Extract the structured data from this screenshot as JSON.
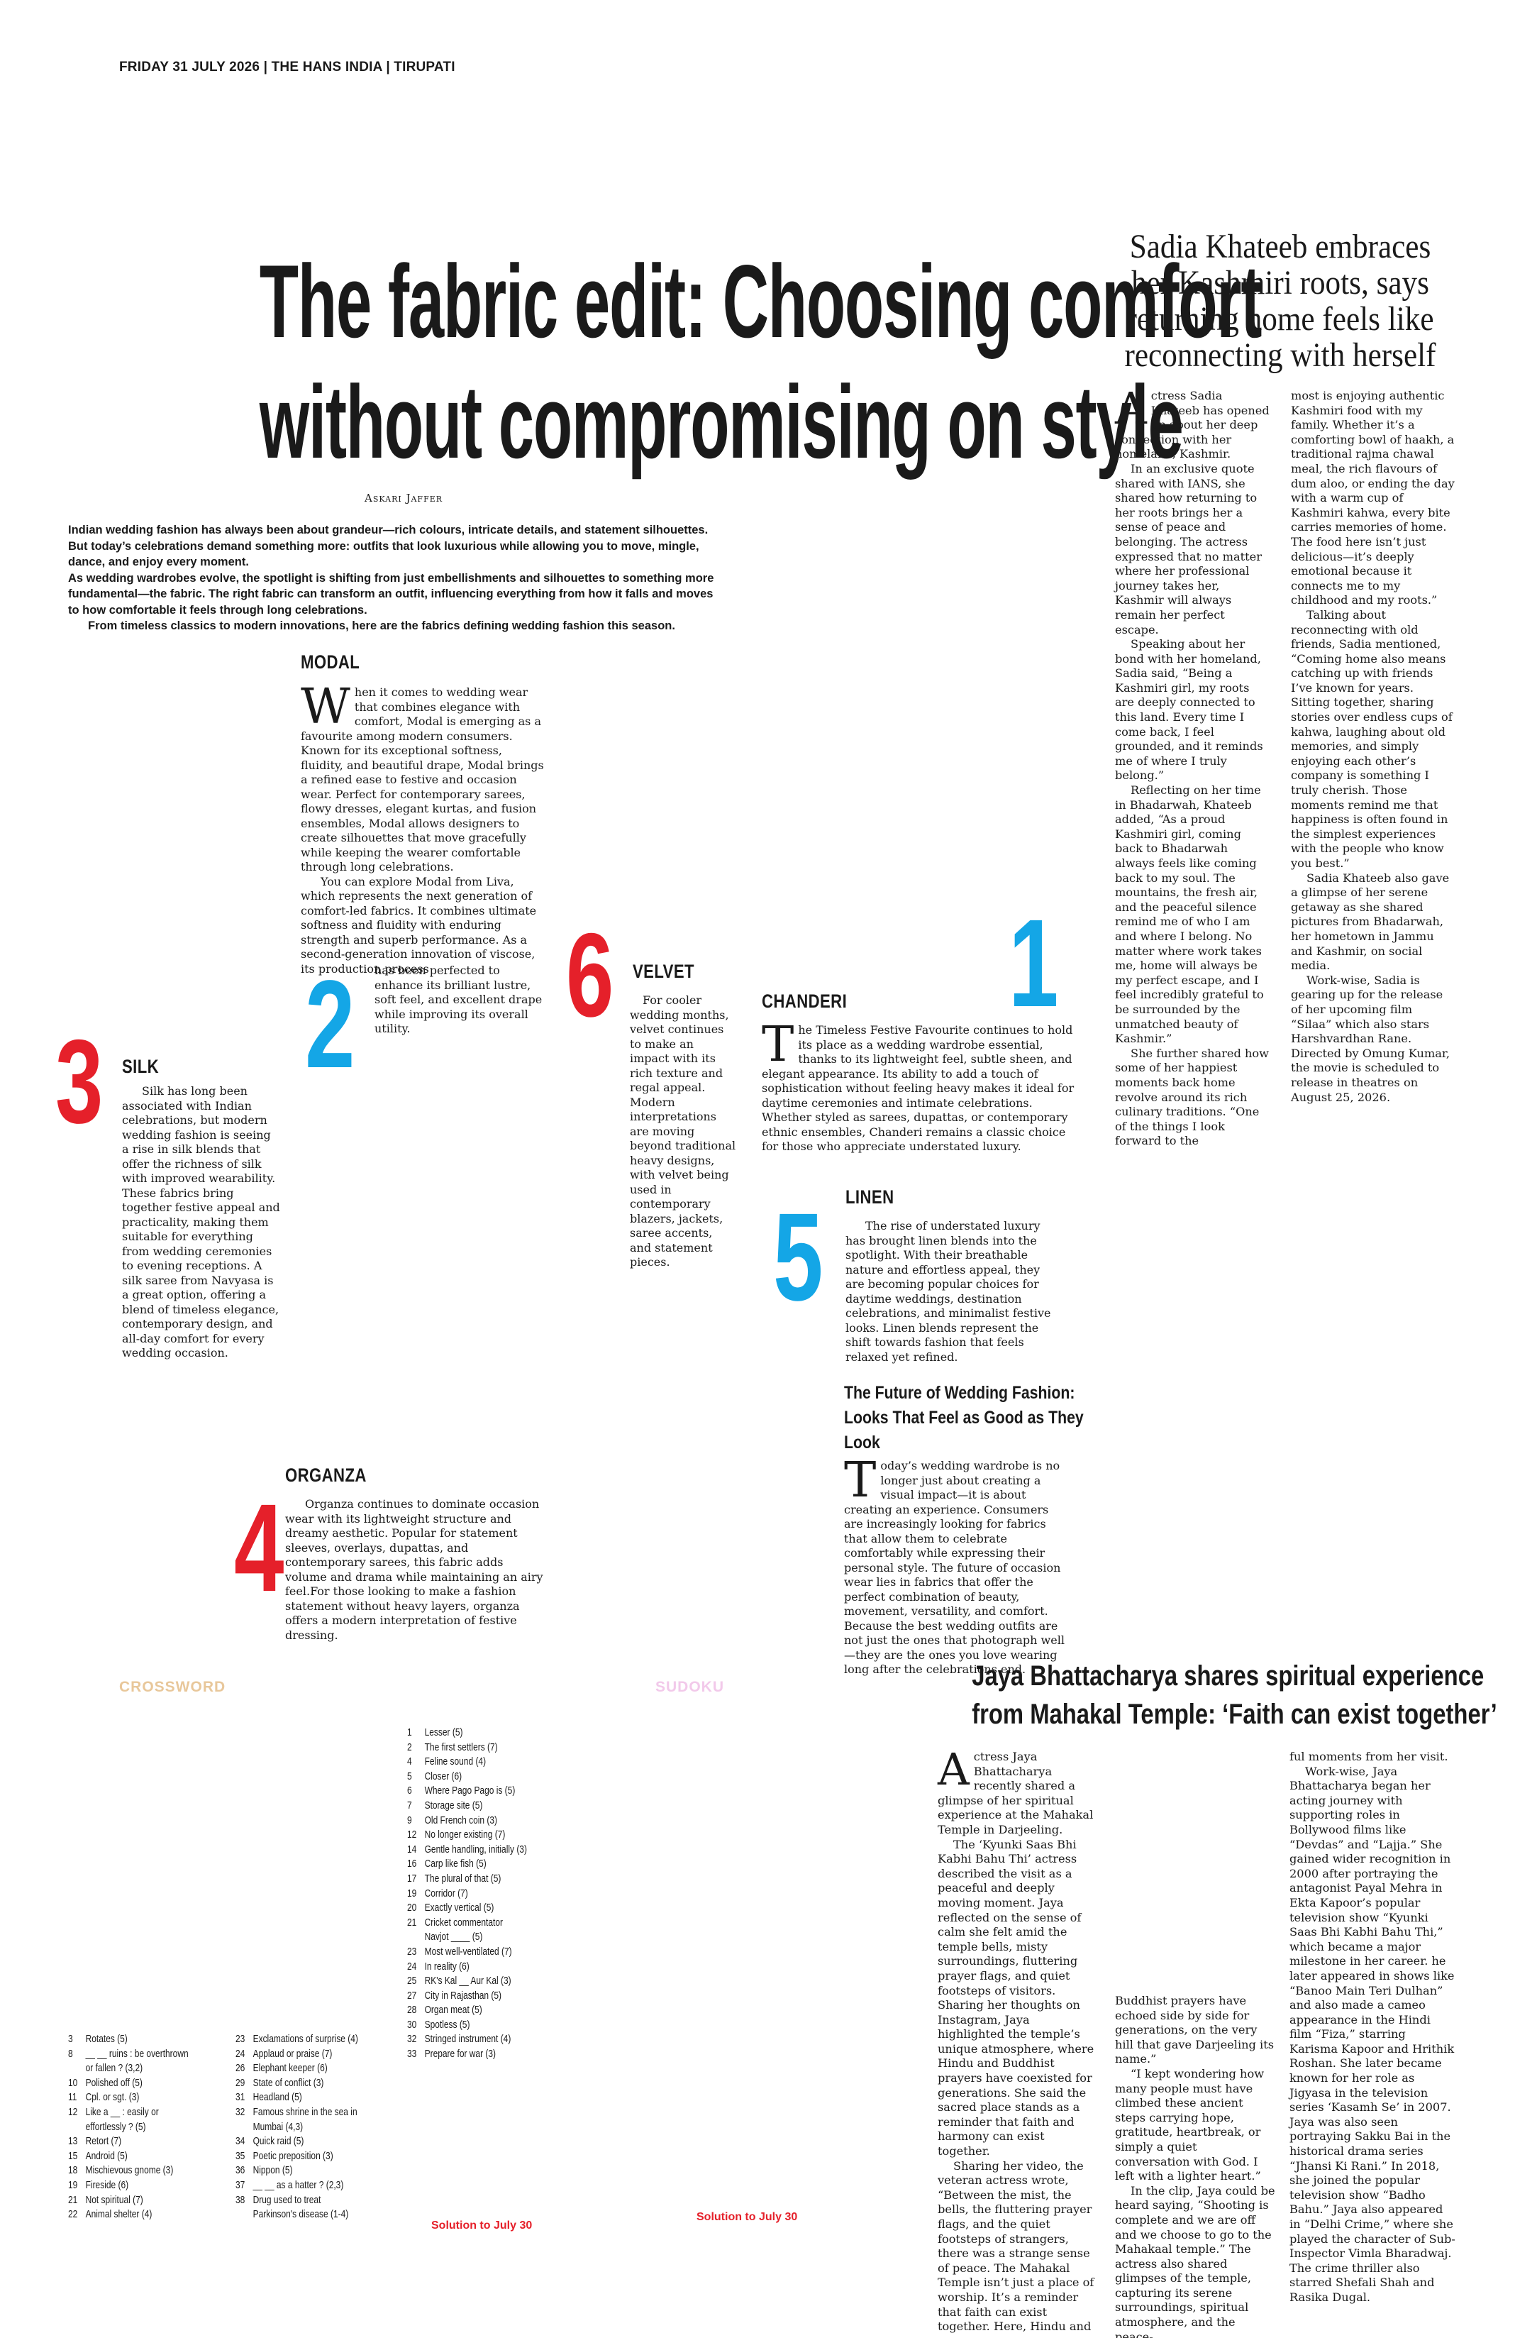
{
  "page_header": "FRIDAY 31 JULY 2026 | THE HANS INDIA | TIRUPATI",
  "main": {
    "headline_line1": "The fabric edit: Choosing comfort",
    "headline_line2": "without compromising on style",
    "byline": "Askari Jaffer",
    "intro_p1": "Indian wedding fashion has always been about grandeur—rich colours, intricate details, and statement silhouettes. But today’s celebrations demand something more: outfits that look luxurious while allowing you to move, mingle, dance, and enjoy every moment.",
    "intro_p2": "As wedding wardrobes evolve, the spotlight is shifting from just embellishments and silhouettes to something more fundamental—the fabric. The right fabric can transform an outfit, influencing everything from how it falls and moves to how comfortable it feels through long celebrations.",
    "intro_p3": "From timeless classics to modern innovations, here are the fabrics defining wedding fashion this season."
  },
  "sections": {
    "modal": {
      "number": "2",
      "heading": "MODAL",
      "dropcap": "W",
      "p1": "hen it comes to wedding wear that combines elegance with comfort, Modal is emerging as a favourite among modern consumers. Known for its exceptional softness, fluidity, and beautiful drape, Modal brings a refined ease to festive and occasion wear. Perfect for contemporary sarees, flowy dresses, elegant kurtas, and fusion ensembles, Modal allows designers to create silhouettes that move gracefully while keeping the wearer comfortable through long celebrations.",
      "p2": "You can explore Modal from Liva, which represents the next generation of comfort-led fabrics. It combines ultimate softness and fluidity with enduring strength and superb performance. As a second-generation innovation of viscose, its production process",
      "p3": "has been perfected to enhance its brilliant lustre, soft feel, and excellent drape while improving its overall utility."
    },
    "silk": {
      "number": "3",
      "heading": "SILK",
      "text": "Silk has long been associated with Indian celebrations, but modern wedding fashion is seeing a rise in silk blends that offer the richness of silk with improved wearability. These fabrics bring together festive appeal and practicality, making them suitable for everything from wedding ceremonies to evening receptions. A silk saree from Navyasa is a great option, offering a blend of timeless elegance, contemporary design, and all-day comfort for every wedding occasion."
    },
    "velvet": {
      "number": "6",
      "heading": "VELVET",
      "text": "For cooler wedding months, velvet continues to make an impact with its rich texture and regal appeal. Modern interpretations are moving beyond traditional heavy designs, with velvet being used in contemporary blazers, jackets, saree accents, and statement pieces."
    },
    "chanderi": {
      "number": "1",
      "heading": "CHANDERI",
      "dropcap": "T",
      "text": "he Timeless Festive Favourite continues to hold its place as a wedding wardrobe essential, thanks to its lightweight feel, subtle sheen, and elegant appearance. Its ability to add a touch of sophistication without feeling heavy makes it ideal for daytime ceremonies and intimate celebrations. Whether styled as sarees, dupattas, or contemporary ethnic ensembles, Chanderi remains a classic choice for those who appreciate understated luxury."
    },
    "linen": {
      "number": "5",
      "heading": "LINEN",
      "text": "The rise of understated luxury has brought linen blends into the spotlight. With their breathable nature and effortless appeal, they are becoming popular choices for daytime weddings, destination celebrations, and minimalist festive looks. Linen blends represent the shift towards fashion that feels relaxed yet refined."
    },
    "organza": {
      "number": "4",
      "heading": "ORGANZA",
      "text": "Organza continues to dominate occasion wear with its lightweight structure and dreamy aesthetic. Popular for statement sleeves, overlays, dupattas, and contemporary sarees, this fabric adds volume and drama while maintaining an airy feel.For those looking to make a fashion statement without heavy layers, organza offers a modern interpretation of festive dressing."
    },
    "future": {
      "heading": "The Future of Wedding Fashion: Looks That Feel as Good as They Look",
      "dropcap": "T",
      "text": "oday’s wedding wardrobe is no longer just about creating a visual impact—it is about creating an experience. Consumers are increasingly looking for fabrics that allow them to celebrate comfortably while expressing their personal style. The future of occasion wear lies in fabrics that offer the perfect combination of beauty, movement, versatility, and comfort. Because the best wedding outfits are not just the ones that photograph well—they are the ones you love wearing long after the celebrations end."
    }
  },
  "sadia": {
    "headline": "Sadia Khateeb embraces her Kashmiri roots, says returning home feels like reconnecting with herself",
    "dropcap": "A",
    "col1_p1": "ctress Sadia Khateeb has opened up about her deep connection with her homeland, Kashmir.",
    "col1_p2": "In an exclusive quote shared with IANS, she shared how returning to her roots brings her a sense of peace and belonging. The actress expressed that no matter where her professional journey takes her, Kashmir will always remain her perfect escape.",
    "col1_p3": "Speaking about her bond with her homeland, Sadia said, “Being a Kashmiri girl, my roots are deeply connected to this land. Every time I come back, I feel grounded, and it reminds me of where I truly belong.”",
    "col1_p4": "Reflecting on her time in Bhadarwah, Khateeb added, “As a proud Kashmiri girl, coming back to Bhadarwah always feels like coming back to my soul. The mountains, the fresh air, and the peaceful silence remind me of who I am and where I belong. No matter where work takes me, home will always be my perfect escape, and I feel incredibly grateful to be surrounded by the unmatched beauty of Kashmir.”",
    "col1_p5": "She further shared how some of her happiest moments back home revolve around its rich culinary traditions. “One of the things I look forward to the",
    "col2_p1": "most is enjoying authentic Kashmiri food with my family. Whether it’s a comforting bowl of haakh, a traditional rajma chawal meal, the rich flavours of dum aloo, or ending the day with a warm cup of Kashmiri kahwa, every bite carries memories of home. The food here isn’t just delicious—it’s deeply emotional because it connects me to my childhood and my roots.”",
    "col2_p2": "Talking about reconnecting with old friends, Sadia mentioned, “Coming home also means catching up with friends I’ve known for years. Sitting together, sharing stories over endless cups of kahwa, laughing about old memories, and simply enjoying each other’s company is something I truly cherish. Those moments remind me that happiness is often found in the simplest experiences with the people who know you best.”",
    "col2_p3": "Sadia Khateeb also gave a glimpse of her serene getaway as she shared pictures from Bhadarwah, her hometown in Jammu and Kashmir, on social media.",
    "col2_p4": "Work-wise, Sadia is gearing up for the release of her upcoming film “Silaa” which also stars Harshvardhan Rane. Directed by Omung Kumar, the movie is scheduled to release in theatres on August 25, 2026."
  },
  "jaya": {
    "headline_line1": "Jaya Bhattacharya shares spiritual experience",
    "headline_line2": "from Mahakal Temple: ‘Faith can exist together’",
    "dropcap": "A",
    "col1_p1": "ctress Jaya Bhattacharya recently shared a glimpse of her spiritual experience at the Mahakal Temple in Darjeeling.",
    "col1_p2": "The ‘Kyunki Saas Bhi Kabhi Bahu Thi’ actress described the visit as a peaceful and deeply moving moment. Jaya reflected on the sense of calm she felt amid the temple bells, misty surroundings, fluttering prayer flags, and quiet footsteps of visitors. Sharing her thoughts on Instagram, Jaya highlighted the temple’s unique atmosphere, where Hindu and Buddhist prayers have coexisted for generations. She said the sacred place stands as a reminder that faith and harmony can exist together.",
    "col1_p3": "Sharing her video, the veteran actress wrote, “Between the mist, the bells, the fluttering prayer flags, and the quiet footsteps of strangers, there was a strange sense of peace. The Mahakal Temple isn’t just a place of worship. It’s a reminder that faith can exist together. Here, Hindu and",
    "col2_p1": "Buddhist prayers have echoed side by side for generations, on the very hill that gave Darjeeling its name.”",
    "col2_p2": "“I kept wondering how many people must have climbed these ancient steps carrying hope, gratitude, heartbreak, or simply a quiet conversation with God. I left with a lighter heart.”",
    "col2_p3": "In the clip, Jaya could be heard saying, “Shooting is complete and we are off and we choose to go to the Mahakaal temple.” The actress also shared glimpses of the temple, capturing its serene surroundings, spiritual atmosphere, and the peace-",
    "col3_p1": "ful moments from her visit.",
    "col3_p2": "Work-wise, Jaya Bhattacharya began her acting journey with supporting roles in Bollywood films like “Devdas” and “Lajja.” She gained wider recognition in 2000 after portraying the antagonist Payal Mehra in Ekta Kapoor’s popular television show “Kyunki Saas Bhi Kabhi Bahu Thi,” which became a major milestone in her career. he later appeared in shows like “Banoo Main Teri Dulhan” and also made a cameo appearance in the Hindi film “Fiza,” starring Karisma Kapoor and Hrithik Roshan. She later became known for her role as Jigyasa in the television series ‘Kasamh Se’ in 2007. Jaya was also seen portraying Sakku Bai in the historical drama series “Jhansi Ki Rani.” In 2018, she joined the popular television show “Badho Bahu.” Jaya also appeared in “Delhi Crime,” where she played the character of Sub-Inspector Vimla Bharadwaj. The crime thriller also starred Shefali Shah and Rasika Dugal."
  },
  "crossword": {
    "title": "CROSSWORD",
    "clues_right": [
      [
        "1",
        "Lesser (5)"
      ],
      [
        "2",
        "The first settlers (7)"
      ],
      [
        "4",
        "Feline sound (4)"
      ],
      [
        "5",
        "Closer (6)"
      ],
      [
        "6",
        "Where Pago Pago is (5)"
      ],
      [
        "7",
        "Storage site (5)"
      ],
      [
        "9",
        "Old French coin (3)"
      ],
      [
        "12",
        "No longer existing (7)"
      ],
      [
        "14",
        "Gentle handling, initially (3)"
      ],
      [
        "16",
        "Carp like fish (5)"
      ],
      [
        "17",
        "The plural of that (5)"
      ],
      [
        "19",
        "Corridor (7)"
      ],
      [
        "20",
        "Exactly vertical (5)"
      ],
      [
        "21",
        "Cricket commentator"
      ],
      [
        "",
        "Navjot ____ (5)"
      ],
      [
        "23",
        "Most well-ventilated (7)"
      ],
      [
        "24",
        "In reality (6)"
      ],
      [
        "25",
        "RK's Kal __ Aur Kal (3)"
      ],
      [
        "27",
        "City in Rajasthan (5)"
      ],
      [
        "28",
        "Organ meat (5)"
      ],
      [
        "30",
        "Spotless (5)"
      ],
      [
        "32",
        "Stringed instrument (4)"
      ],
      [
        "33",
        "Prepare for war (3)"
      ]
    ],
    "clues_left1": [
      [
        "3",
        "Rotates (5)"
      ],
      [
        "8",
        "__ __ ruins : be overthrown"
      ],
      [
        "",
        "or fallen ? (3,2)"
      ],
      [
        "10",
        "Polished off (5)"
      ],
      [
        "11",
        "Cpl. or sgt. (3)"
      ],
      [
        "12",
        "Like a __ : easily or"
      ],
      [
        "",
        "effortlessly ? (5)"
      ],
      [
        "13",
        "Retort (7)"
      ],
      [
        "15",
        "Android (5)"
      ],
      [
        "18",
        "Mischievous gnome (3)"
      ],
      [
        "19",
        "Fireside (6)"
      ],
      [
        "21",
        "Not spiritual (7)"
      ],
      [
        "22",
        "Animal shelter (4)"
      ]
    ],
    "clues_left2": [
      [
        "23",
        "Exclamations of surprise (4)"
      ],
      [
        "24",
        "Applaud or praise (7)"
      ],
      [
        "26",
        "Elephant keeper (6)"
      ],
      [
        "29",
        "State of conflict (3)"
      ],
      [
        "31",
        "Headland (5)"
      ],
      [
        "32",
        "Famous shrine in the sea in"
      ],
      [
        "",
        "Mumbai (4,3)"
      ],
      [
        "34",
        "Quick raid (5)"
      ],
      [
        "35",
        "Poetic preposition (3)"
      ],
      [
        "36",
        "Nippon (5)"
      ],
      [
        "37",
        "__ __ as a hatter ? (2,3)"
      ],
      [
        "38",
        "Drug used to treat"
      ],
      [
        "",
        "Parkinson's disease (1-4)"
      ]
    ],
    "solution": "Solution to July 30"
  },
  "sudoku": {
    "title": "SUDOKU",
    "solution": "Solution to July 30"
  },
  "colors": {
    "red_number": "#e5202a",
    "blue_number": "#14a6e6",
    "crossword_title": "#e8c79a",
    "sudoku_title": "#f2c9ea"
  }
}
